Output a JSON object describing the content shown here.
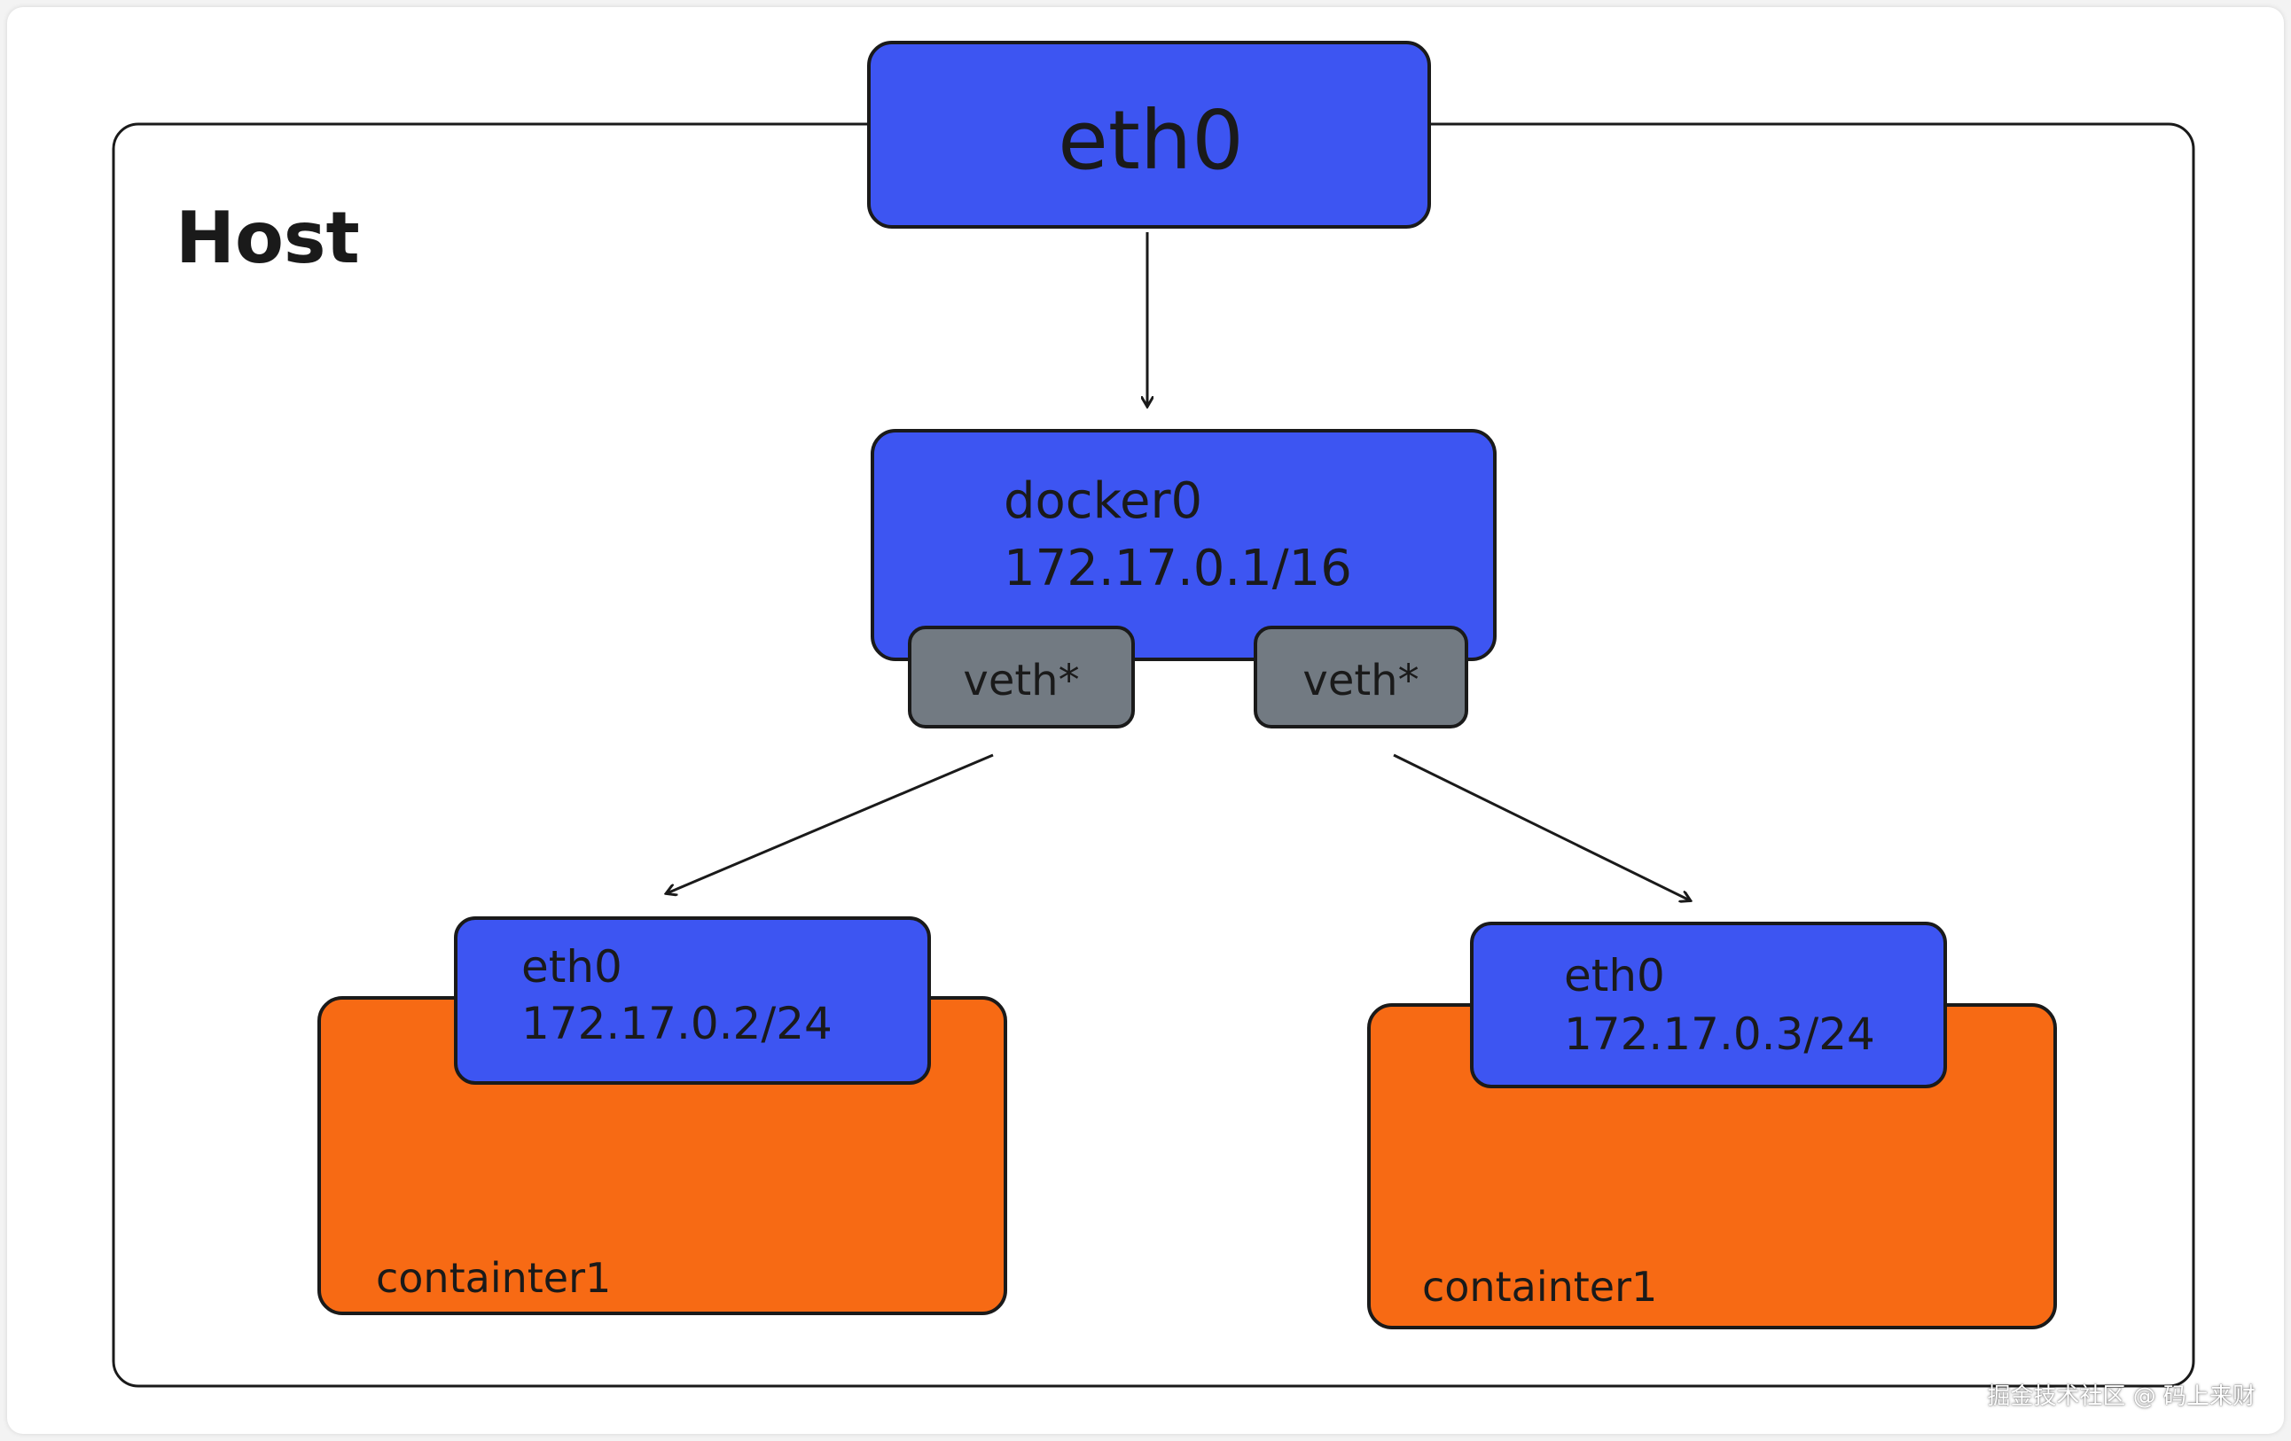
{
  "diagram": {
    "host_label": "Host",
    "external_iface": "eth0",
    "bridge": {
      "name": "docker0",
      "ip": "172.17.0.1/16"
    },
    "veths": [
      "veth*",
      "veth*"
    ],
    "containers": [
      {
        "iface": "eth0",
        "ip": "172.17.0.2/24",
        "name": "containter1"
      },
      {
        "iface": "eth0",
        "ip": "172.17.0.3/24",
        "name": "containter1"
      }
    ]
  },
  "watermark": "掘金技术社区 @ 码上来财",
  "colors": {
    "blue": "#3d55f2",
    "orange": "#f76a14",
    "gray": "#727a82",
    "stroke": "#1a1a1a"
  }
}
